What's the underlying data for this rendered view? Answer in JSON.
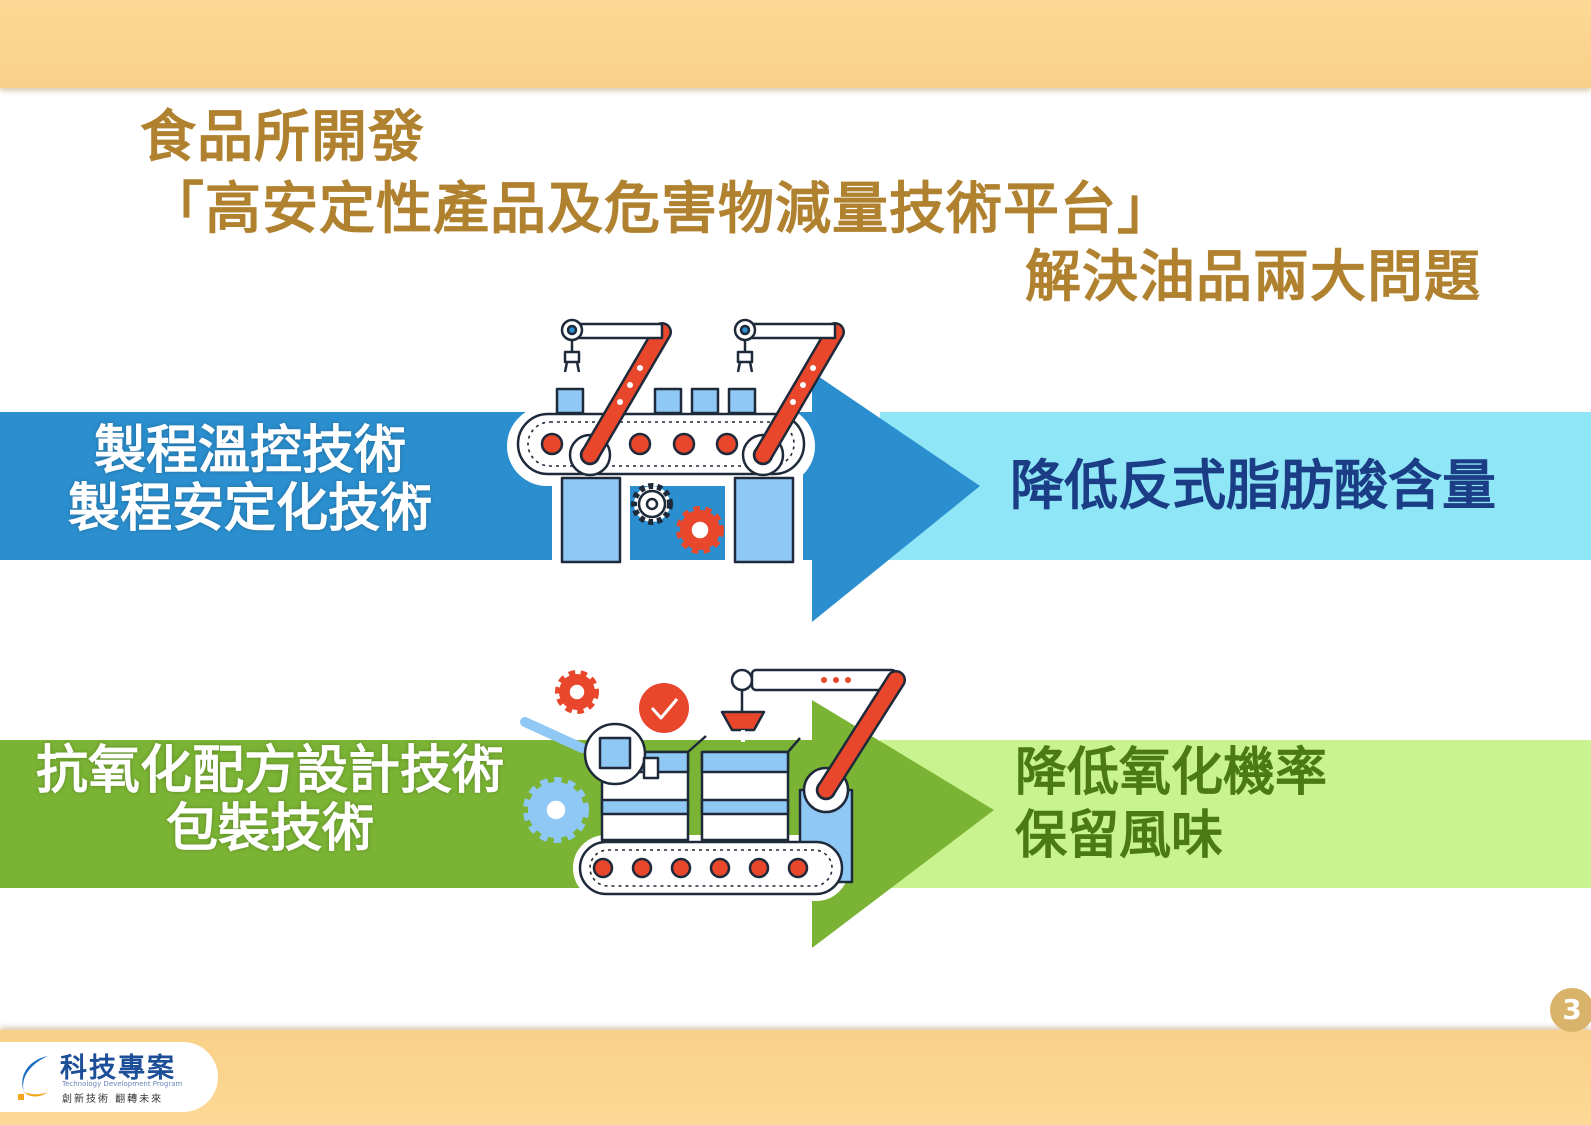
{
  "title": {
    "line1": "食品所開發",
    "line2": "「高安定性產品及危害物減量技術平台」",
    "line3": "解決油品兩大問題"
  },
  "rows": [
    {
      "left_lines": [
        "製程溫控技術",
        "製程安定化技術"
      ],
      "right_lines": [
        "降低反式脂肪酸含量"
      ],
      "colors": {
        "left_band": "#2b8fcf",
        "right_band": "#8ee6f7",
        "arrow": "#2b8fcf"
      }
    },
    {
      "left_lines": [
        "抗氧化配方設計技術",
        "包裝技術"
      ],
      "right_lines": [
        "降低氧化機率",
        "保留風味"
      ],
      "colors": {
        "left_band": "#7bb434",
        "right_band": "#c9f38e",
        "arrow": "#7bb434"
      }
    }
  ],
  "page_number": "3",
  "logo": {
    "main": "科技專案",
    "english": "Technology Development Program",
    "tagline": "創新技術  翻轉未來"
  },
  "icons": {
    "row1": "factory-robot-arms-conveyor-icon",
    "row2": "packaging-machine-gears-icon"
  },
  "colors": {
    "title": "#b0822f",
    "band": "#fcd995",
    "row1_right_text": "#1b3d86",
    "row2_right_text": "#4b7a14"
  }
}
